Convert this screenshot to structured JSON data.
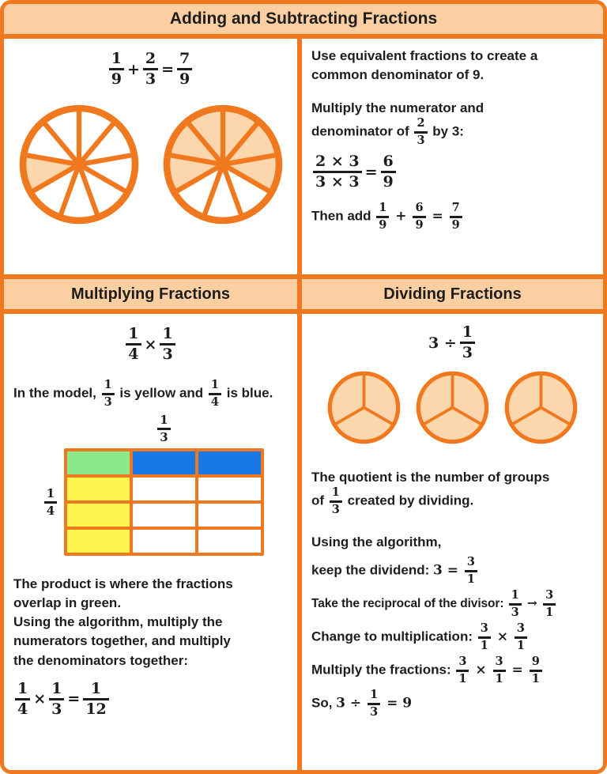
{
  "palette": {
    "orange": "#F0791F",
    "peach": "#FBCFA2",
    "pie_fill": "#FCD6AD",
    "ink": "#1D1D1D",
    "green": "#8BE88B",
    "blue": "#1778E8",
    "yellow": "#FEF54E",
    "white": "#FFFFFF"
  },
  "title": "Adding and Subtracting Fractions",
  "adding": {
    "equation": [
      {
        "f": [
          "1",
          "9"
        ]
      },
      {
        "m": " + "
      },
      {
        "f": [
          "2",
          "3"
        ]
      },
      {
        "m": " = "
      },
      {
        "f": [
          "7",
          "9"
        ]
      }
    ],
    "pies": [
      {
        "slices": 9,
        "shaded": [
          6
        ],
        "represents": "1/9"
      },
      {
        "slices": 9,
        "shaded": [
          0,
          1,
          2,
          6,
          7,
          8
        ],
        "represents": "6/9"
      }
    ],
    "p1": [
      {
        "t": "Use equivalent fractions to create a"
      },
      {
        "br": true
      },
      {
        "t": "common denominator of 9."
      }
    ],
    "p2": [
      {
        "t": "Multiply the numerator and"
      },
      {
        "br": true
      },
      {
        "t": "denominator of "
      },
      {
        "f": [
          "2",
          "3"
        ]
      },
      {
        "t": " by 3:"
      }
    ],
    "eq_work": [
      {
        "f": [
          "2 × 3",
          "3 × 3"
        ]
      },
      {
        "m": " = "
      },
      {
        "f": [
          "6",
          "9"
        ]
      }
    ],
    "p3": [
      {
        "t": "Then add  "
      },
      {
        "f": [
          "1",
          "9"
        ]
      },
      {
        "m": " + "
      },
      {
        "f": [
          "6",
          "9"
        ]
      },
      {
        "m": " = "
      },
      {
        "f": [
          "7",
          "9"
        ]
      }
    ]
  },
  "multiplying": {
    "header": "Multiplying Fractions",
    "equation": [
      {
        "f": [
          "1",
          "4"
        ]
      },
      {
        "m": " × "
      },
      {
        "f": [
          "1",
          "3"
        ]
      }
    ],
    "model_note": [
      {
        "t": "In the model, "
      },
      {
        "f": [
          "1",
          "3"
        ]
      },
      {
        "t": " is yellow and "
      },
      {
        "f": [
          "1",
          "4"
        ]
      },
      {
        "t": " is blue."
      }
    ],
    "area_model": {
      "top_label": [
        "1",
        "3"
      ],
      "side_label": [
        "1",
        "4"
      ],
      "rows": 4,
      "cols": 3,
      "cells": [
        [
          "green",
          "blue",
          "blue"
        ],
        [
          "yellow",
          null,
          null
        ],
        [
          "yellow",
          null,
          null
        ],
        [
          "yellow",
          null,
          null
        ]
      ]
    },
    "explain": [
      {
        "t": "The product is where the fractions"
      },
      {
        "br": true
      },
      {
        "t": "overlap in green."
      },
      {
        "br": true
      },
      {
        "t": "Using the algorithm, multiply the"
      },
      {
        "br": true
      },
      {
        "t": "numerators together, and multiply"
      },
      {
        "br": true
      },
      {
        "t": "the denominators together:"
      }
    ],
    "result_equation": [
      {
        "f": [
          "1",
          "4"
        ]
      },
      {
        "m": " × "
      },
      {
        "f": [
          "1",
          "3"
        ]
      },
      {
        "m": " = "
      },
      {
        "f": [
          "1",
          "12"
        ]
      }
    ]
  },
  "dividing": {
    "header": "Dividing Fractions",
    "equation": [
      {
        "m": "3 ÷ "
      },
      {
        "f": [
          "1",
          "3"
        ]
      }
    ],
    "pies": [
      {
        "slices": 3,
        "shaded": [
          0,
          1,
          2
        ],
        "represents": "1 whole"
      },
      {
        "slices": 3,
        "shaded": [
          0,
          1,
          2
        ],
        "represents": "1 whole"
      },
      {
        "slices": 3,
        "shaded": [
          0,
          1,
          2
        ],
        "represents": "1 whole"
      }
    ],
    "quotient_note": [
      {
        "t": "The quotient is the number of groups"
      },
      {
        "br": true
      },
      {
        "t": "of "
      },
      {
        "f": [
          "1",
          "3"
        ]
      },
      {
        "t": " created by dividing."
      }
    ],
    "algo_intro": [
      {
        "t": "Using the algorithm,"
      }
    ],
    "algo1": [
      {
        "t": "keep the dividend: "
      },
      {
        "m": "3 = "
      },
      {
        "f": [
          "3",
          "1"
        ]
      }
    ],
    "algo2": [
      {
        "t": "Take the reciprocal of the divisor: "
      },
      {
        "f": [
          "1",
          "3"
        ]
      },
      {
        "m": " → "
      },
      {
        "f": [
          "3",
          "1"
        ]
      }
    ],
    "algo3": [
      {
        "t": "Change to multiplication: "
      },
      {
        "f": [
          "3",
          "1"
        ]
      },
      {
        "m": " × "
      },
      {
        "f": [
          "3",
          "1"
        ]
      }
    ],
    "algo4": [
      {
        "t": "Multiply the fractions: "
      },
      {
        "f": [
          "3",
          "1"
        ]
      },
      {
        "m": " × "
      },
      {
        "f": [
          "3",
          "1"
        ]
      },
      {
        "m": " = "
      },
      {
        "f": [
          "9",
          "1"
        ]
      }
    ],
    "algo5": [
      {
        "t": "So, "
      },
      {
        "m": "3 ÷ "
      },
      {
        "f": [
          "1",
          "3"
        ]
      },
      {
        "m": " = 9"
      }
    ]
  }
}
